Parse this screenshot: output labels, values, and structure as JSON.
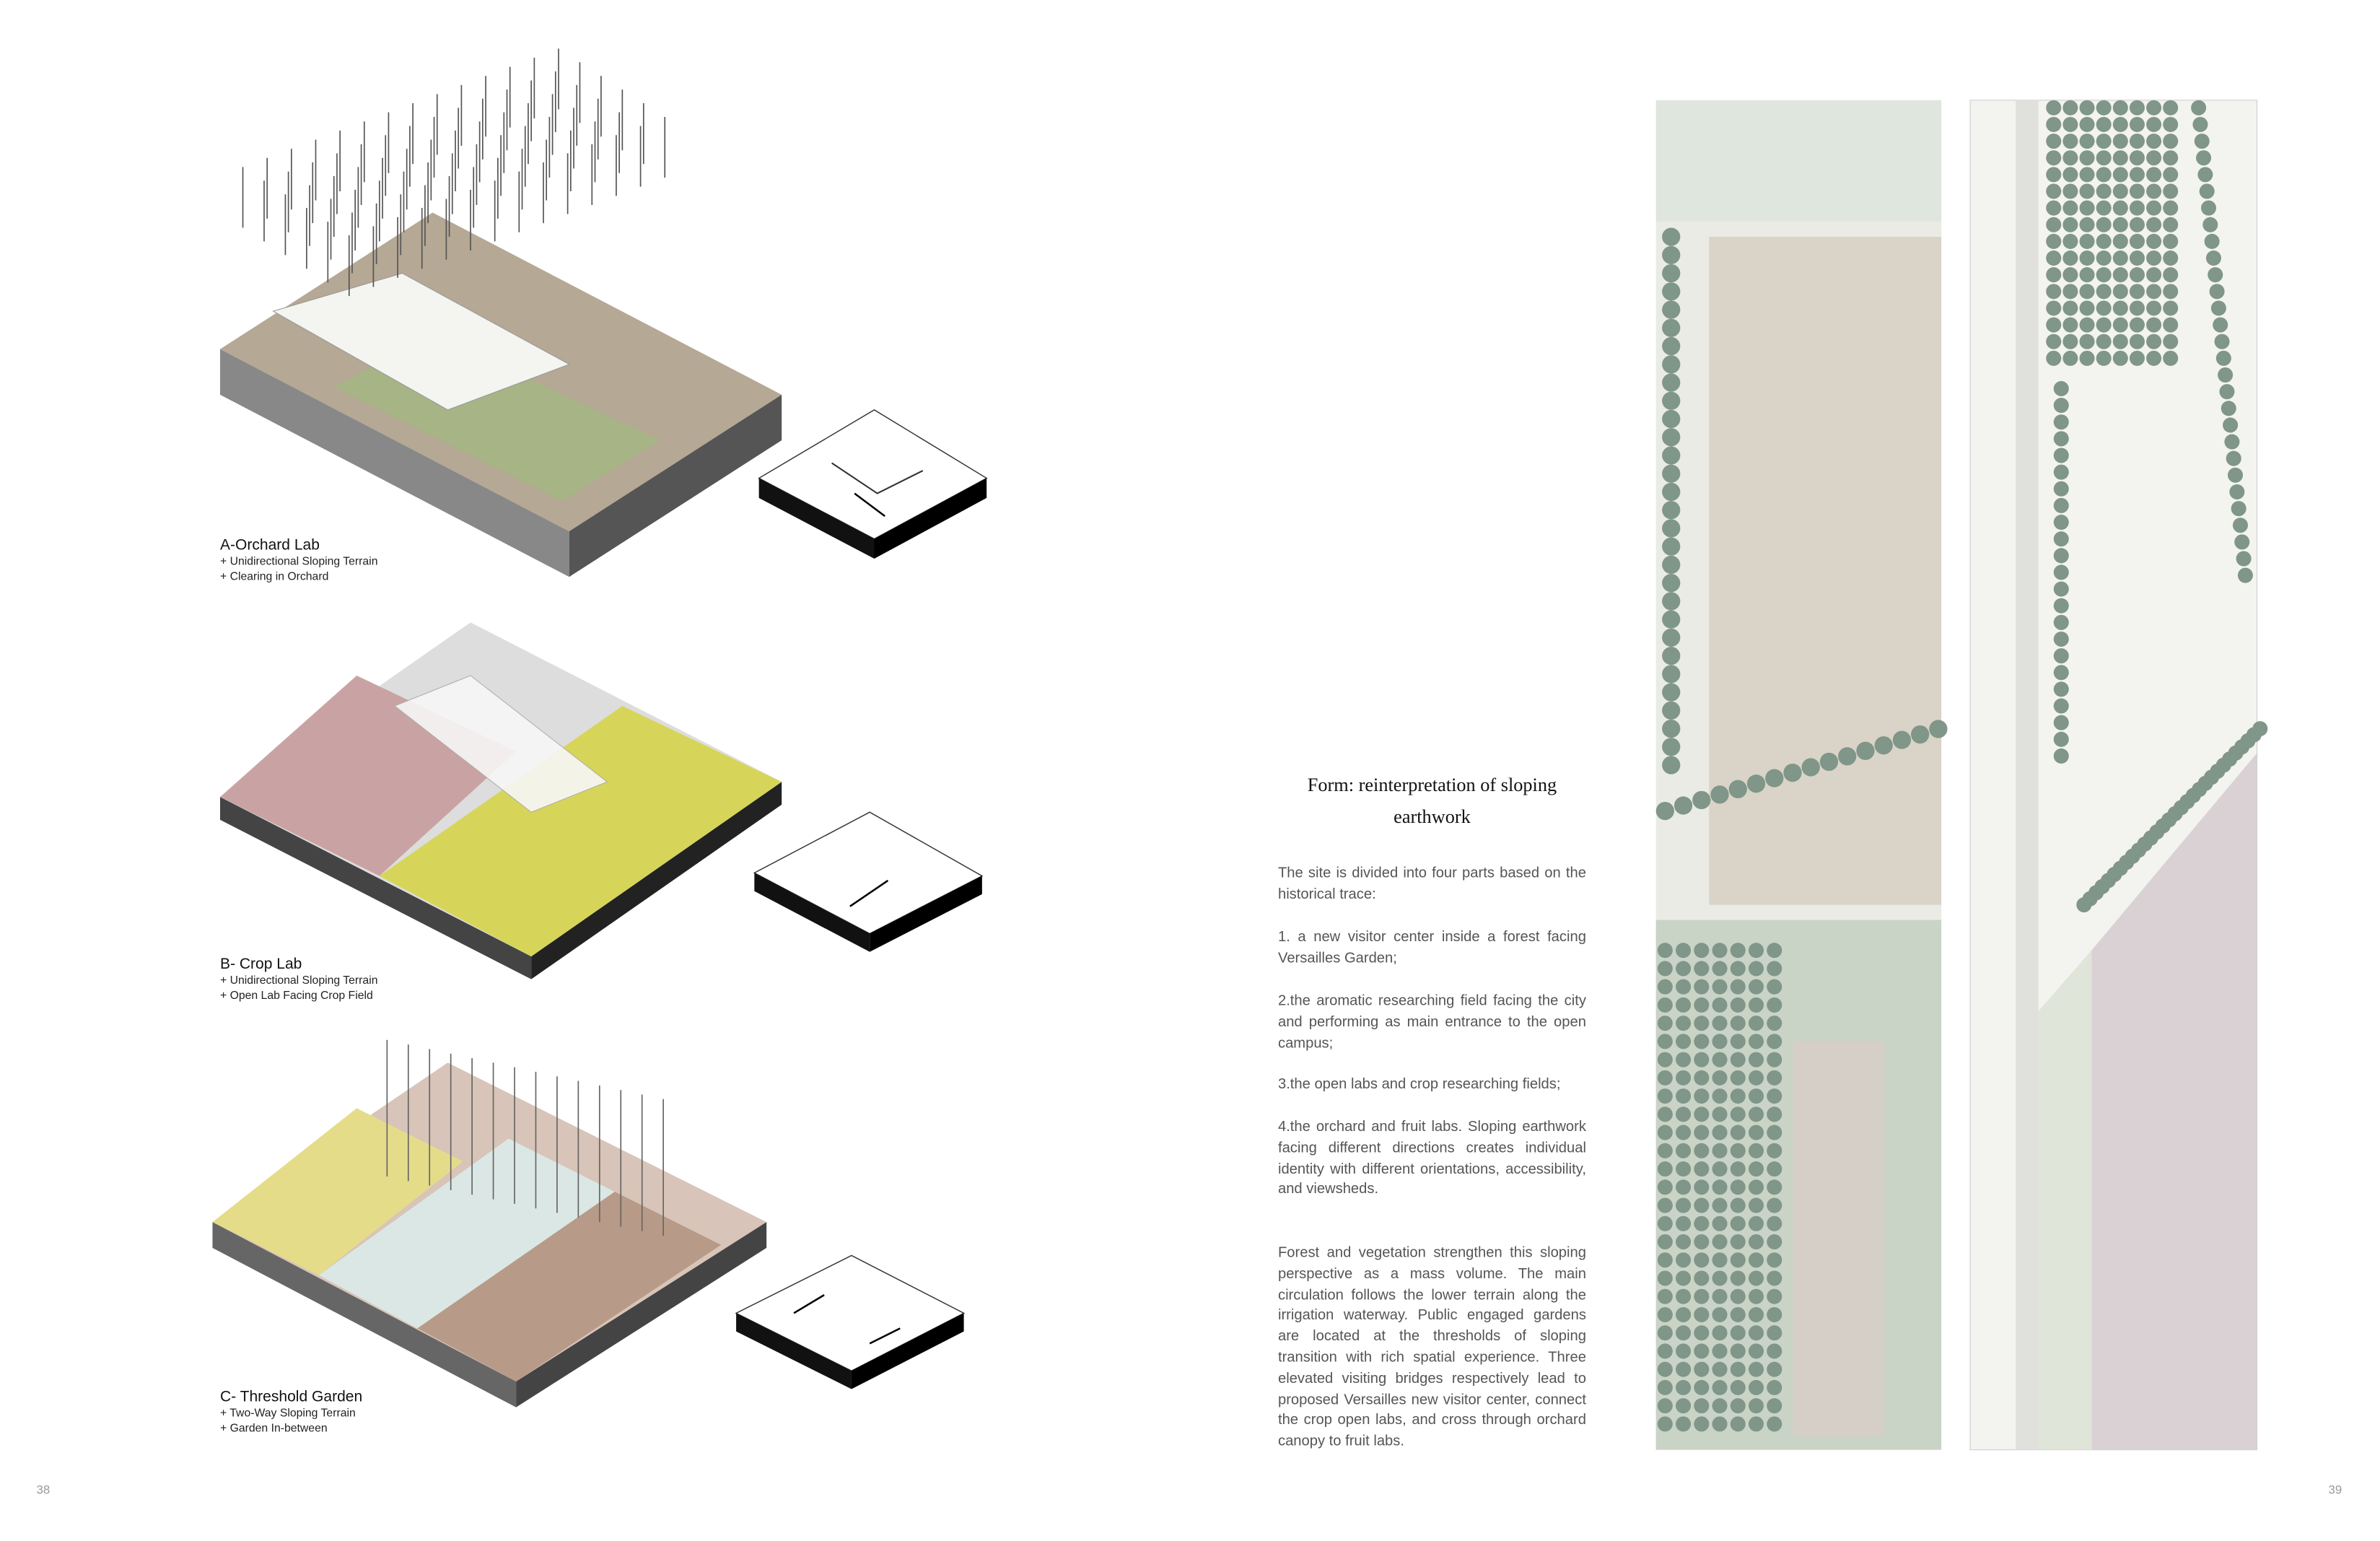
{
  "diagrams": [
    {
      "title": "A-Orchard Lab",
      "bullets": [
        "+ Unidirectional Sloping Terrain",
        "+ Clearing in Orchard"
      ]
    },
    {
      "title": "B- Crop Lab",
      "bullets": [
        "+ Unidirectional Sloping Terrain",
        "+ Open Lab Facing Crop Field"
      ]
    },
    {
      "title": "C- Threshold Garden",
      "bullets": [
        "+ Two-Way Sloping Terrain",
        "+ Garden In-between"
      ]
    }
  ],
  "text": {
    "heading_line1": "Form: reinterpretation of sloping",
    "heading_line2": "earthwork",
    "paragraphs": [
      "The site is divided into four parts based on the historical trace:",
      "1. a new visitor center inside a forest facing Versailles Garden;",
      "2.the aromatic researching field facing the city and performing as main entrance to the open campus;",
      "3.the open labs and crop researching fields;",
      "4.the orchard and fruit labs. Sloping earthwork facing different directions creates individual identity with different orientations, accessibility, and viewsheds.",
      "Forest and vegetation strengthen this sloping perspective as a mass volume. The main circulation follows the lower terrain along the irrigation waterway. Public engaged gardens are located at the thresholds of sloping transition with rich spatial experience. Three elevated visiting bridges respectively lead to proposed Versailles new visitor center, connect the crop open labs, and cross through orchard canopy to fruit labs."
    ]
  },
  "page_numbers": {
    "left": "38",
    "right": "39"
  },
  "colors": {
    "tree": "#7f9688",
    "field_pink": "#c9a3a3",
    "field_yellow": "#d6d55a",
    "grass": "#a8b88a",
    "earth_side": "#777777"
  }
}
